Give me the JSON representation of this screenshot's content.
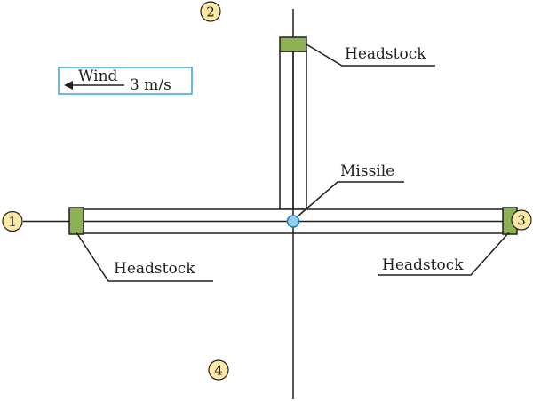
{
  "colors": {
    "line": "#231f20",
    "headstock_fill": "#8db255",
    "marker_fill": "#fde9a6",
    "missile_fill": "#8fd0ee",
    "missile_stroke": "#1a75b8",
    "wind_box": "#35a9d9"
  },
  "labels": {
    "headstock_top": "Headstock",
    "headstock_left": "Headstock",
    "headstock_right": "Headstock",
    "missile": "Missile"
  },
  "wind": {
    "label": "Wind",
    "speed": "3 m/s",
    "arrow_icon": "arrow-left-icon"
  },
  "markers": [
    "1",
    "2",
    "3",
    "4"
  ]
}
